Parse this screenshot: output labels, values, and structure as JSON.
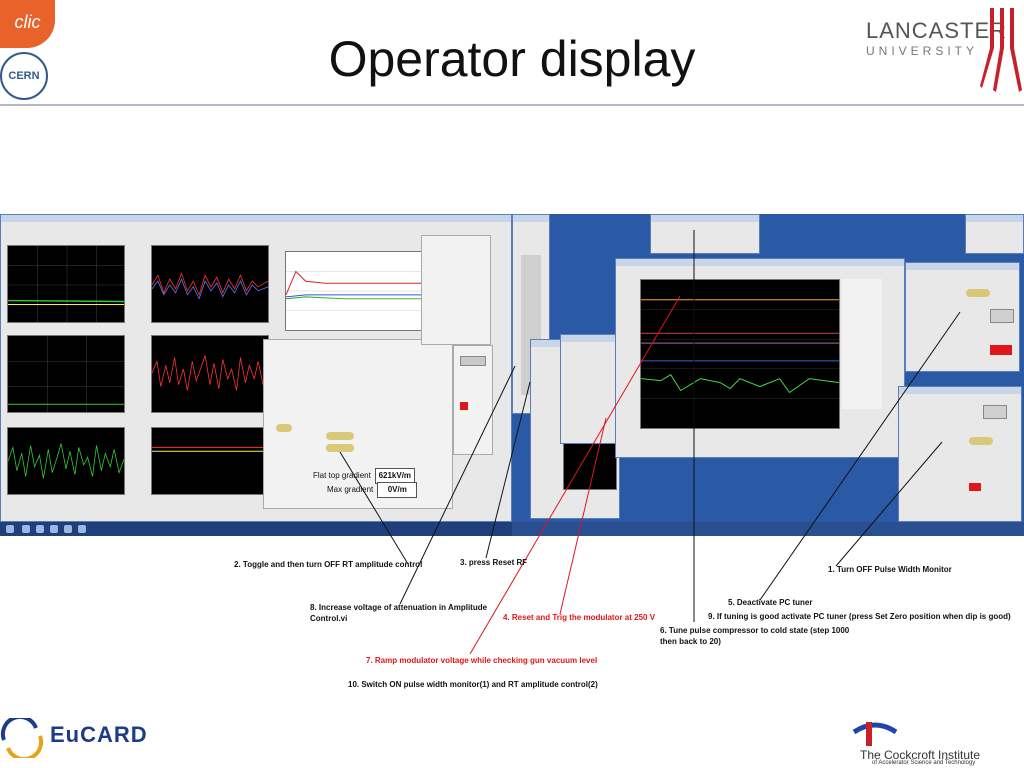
{
  "slide": {
    "title": "Operator display",
    "logos": {
      "clic": "clic",
      "cern": "CERN",
      "lancaster_line1": "LANCASTER",
      "lancaster_line2": "UNIVERSITY",
      "eucard": "EuCARD",
      "cockcroft": "The Cockcroft Institute",
      "cockcroft_sub": "of Accelerator Science and Technology"
    }
  },
  "panel": {
    "flat_top_label": "Flat top gradient",
    "flat_top_value": "621kV/m",
    "max_label": "Max gradient",
    "max_value": "0V/m"
  },
  "colors": {
    "desktop": "#2a5aa6",
    "annotation_red": "#e0161b",
    "trace_green": "#33cc33",
    "trace_red": "#ff3333",
    "trace_yellow": "#ffee44"
  },
  "annotations": [
    {
      "id": "ann-1",
      "text": "1. Turn OFF Pulse Width Monitor",
      "color": "black"
    },
    {
      "id": "ann-2",
      "text": "2. Toggle and then turn OFF RT amplitude control",
      "color": "black"
    },
    {
      "id": "ann-3",
      "text": "3. press Reset RF",
      "color": "black"
    },
    {
      "id": "ann-4",
      "text": "4. Reset and Trig the modulator at 250 V",
      "color": "red"
    },
    {
      "id": "ann-5",
      "text": "5. Deactivate PC tuner",
      "color": "black"
    },
    {
      "id": "ann-6a",
      "text": "6. Tune pulse compressor to cold state (step 1000",
      "color": "black"
    },
    {
      "id": "ann-6b",
      "text": "then back to 20)",
      "color": "black"
    },
    {
      "id": "ann-7",
      "text": "7. Ramp modulator voltage while checking gun vacuum level",
      "color": "red"
    },
    {
      "id": "ann-8a",
      "text": "8. Increase voltage of attenuation in Amplitude",
      "color": "black"
    },
    {
      "id": "ann-8b",
      "text": "Control.vi",
      "color": "black"
    },
    {
      "id": "ann-9",
      "text": "9. If tuning is good activate PC tuner (press Set Zero position when dip is good)",
      "color": "black"
    },
    {
      "id": "ann-10",
      "text": "10. Switch ON pulse width monitor(1) and RT amplitude control(2)",
      "color": "black"
    }
  ]
}
